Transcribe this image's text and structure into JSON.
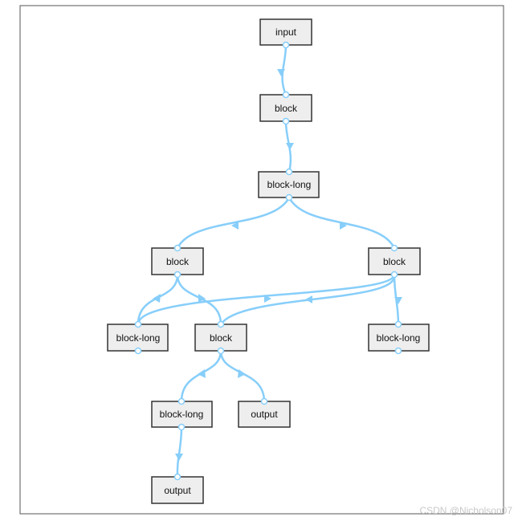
{
  "nodes": {
    "input": "input",
    "block_1": "block",
    "block_long_1": "block-long",
    "block_left": "block",
    "block_right": "block",
    "block_long_left": "block-long",
    "block_center": "block",
    "block_long_right": "block-long",
    "block_long_bottom": "block-long",
    "output_right": "output",
    "output_bottom": "output"
  },
  "edges": [
    [
      "input",
      "block_1"
    ],
    [
      "block_1",
      "block_long_1"
    ],
    [
      "block_long_1",
      "block_left"
    ],
    [
      "block_long_1",
      "block_right"
    ],
    [
      "block_left",
      "block_long_left"
    ],
    [
      "block_left",
      "block_center"
    ],
    [
      "block_right",
      "block_long_left"
    ],
    [
      "block_right",
      "block_center"
    ],
    [
      "block_right",
      "block_long_right"
    ],
    [
      "block_center",
      "block_long_bottom"
    ],
    [
      "block_center",
      "output_right"
    ],
    [
      "block_long_bottom",
      "output_bottom"
    ]
  ],
  "colors": {
    "edge": "#87cefa",
    "node_fill": "#eeeeee",
    "node_border": "#333333"
  },
  "watermark": "CSDN @Nicholson07"
}
